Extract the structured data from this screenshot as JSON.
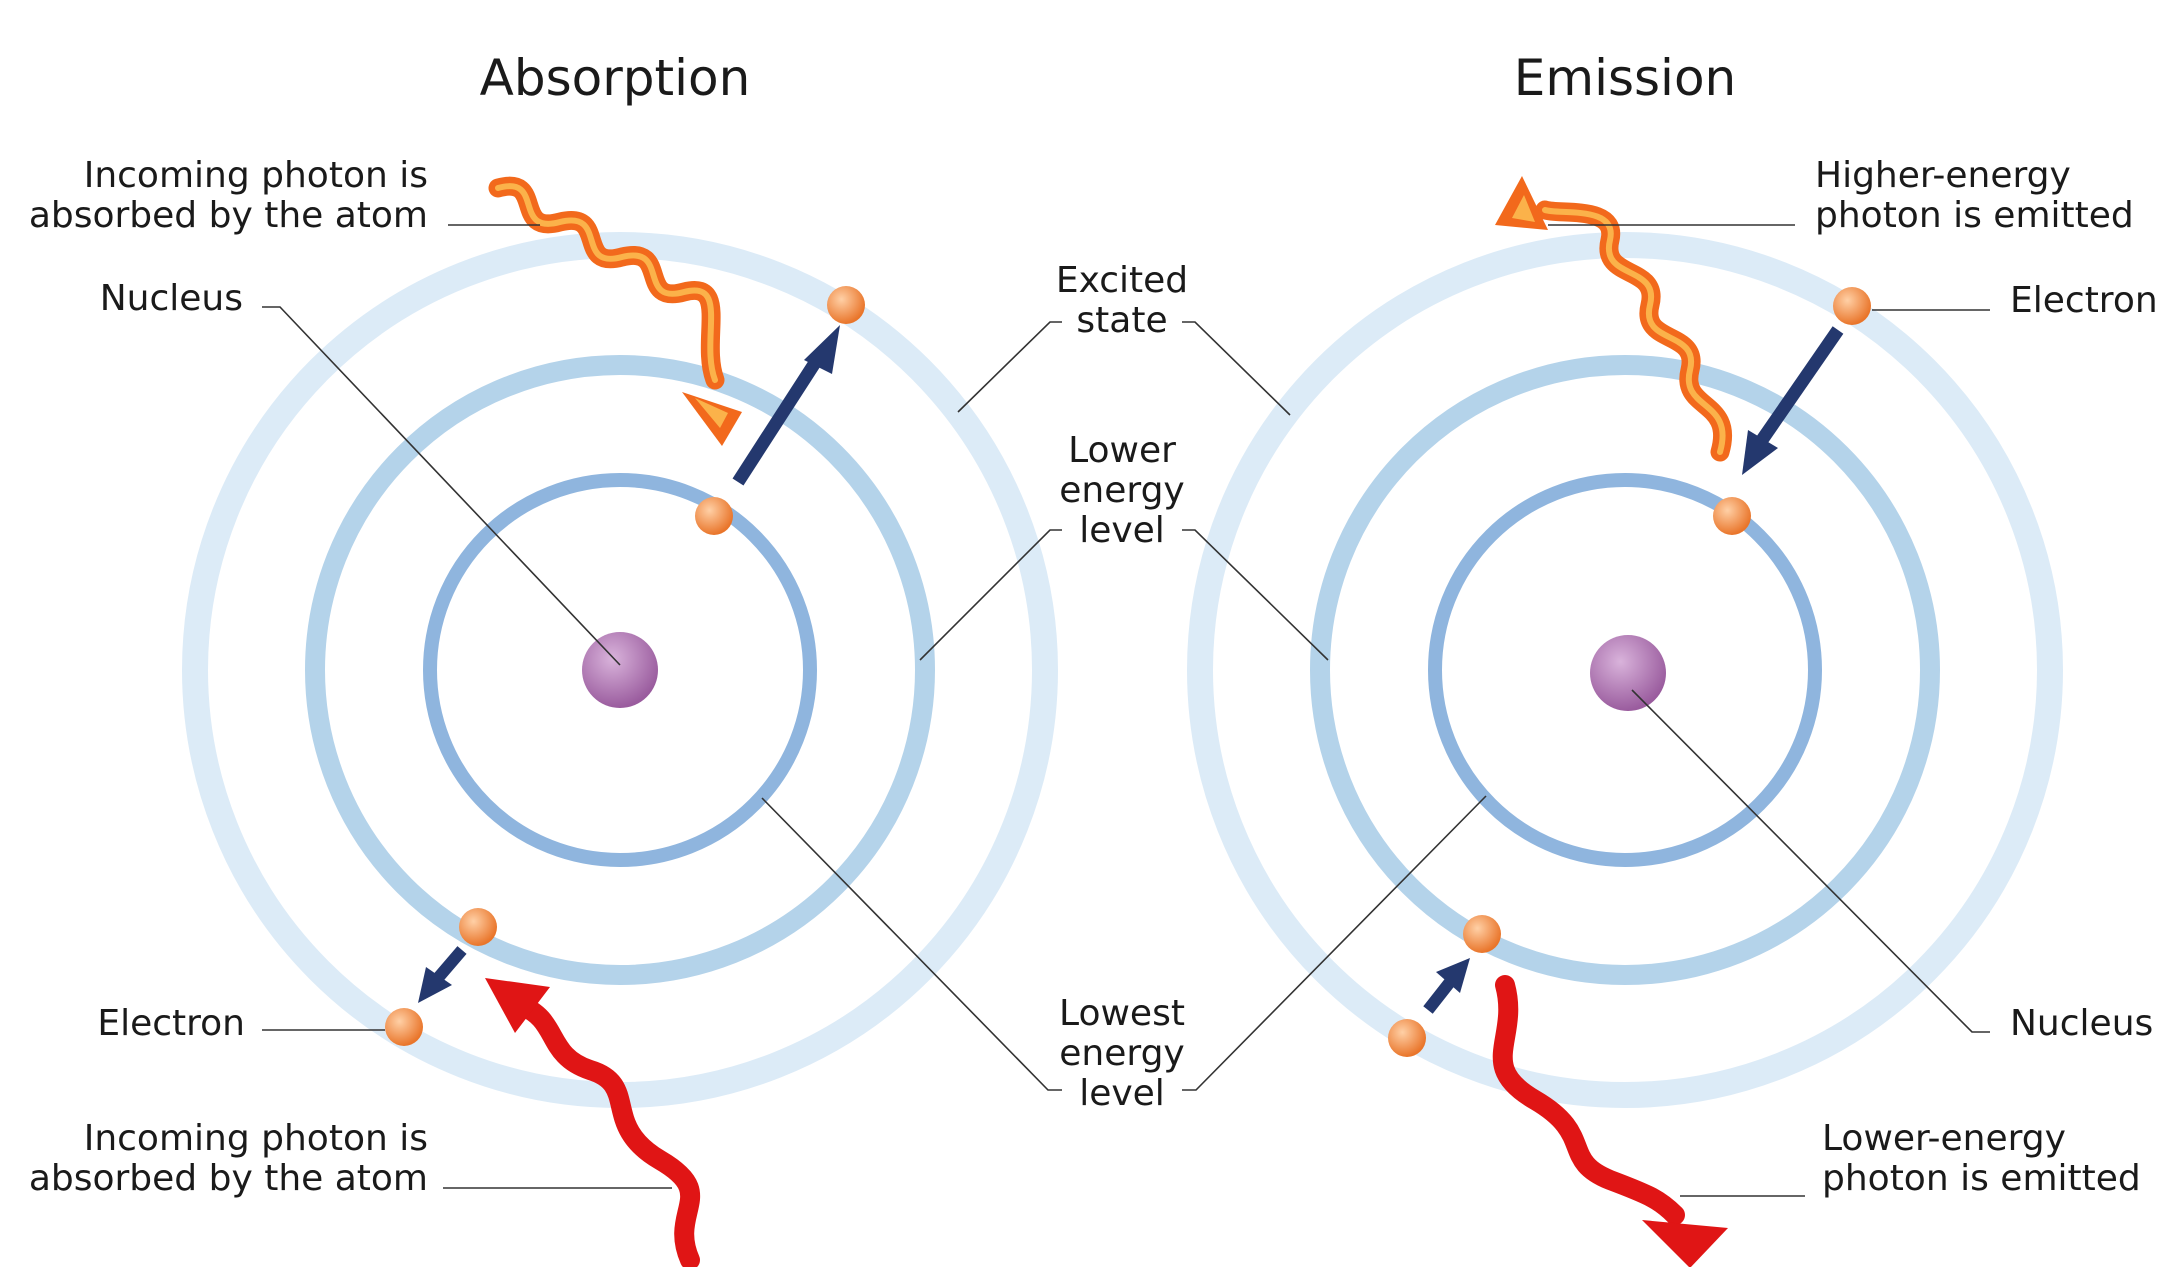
{
  "absorption": {
    "title": "Absorption",
    "incoming_high": [
      "Incoming photon is",
      "absorbed by the atom"
    ],
    "nucleus": "Nucleus",
    "electron": "Electron",
    "incoming_low": [
      "Incoming photon is",
      "absorbed by the atom"
    ]
  },
  "emission": {
    "title": "Emission",
    "higher_emitted": [
      "Higher-energy",
      "photon is emitted"
    ],
    "electron": "Electron",
    "nucleus": "Nucleus",
    "lower_emitted": [
      "Lower-energy",
      "photon is emitted"
    ]
  },
  "center_labels": {
    "excited": [
      "Excited",
      "state"
    ],
    "lower": [
      "Lower",
      "energy",
      "level"
    ],
    "lowest": [
      "Lowest",
      "energy",
      "level"
    ]
  },
  "colors": {
    "orbit_outer": "#dcebf7",
    "orbit_middle": "#b4d3ea",
    "orbit_inner": "#8fb5de",
    "nucleus": "#a366a6",
    "electron": "#f08a3a",
    "transition_arrow": "#24386e",
    "photon_high": "#f26a1b",
    "photon_low": "#e01515"
  }
}
